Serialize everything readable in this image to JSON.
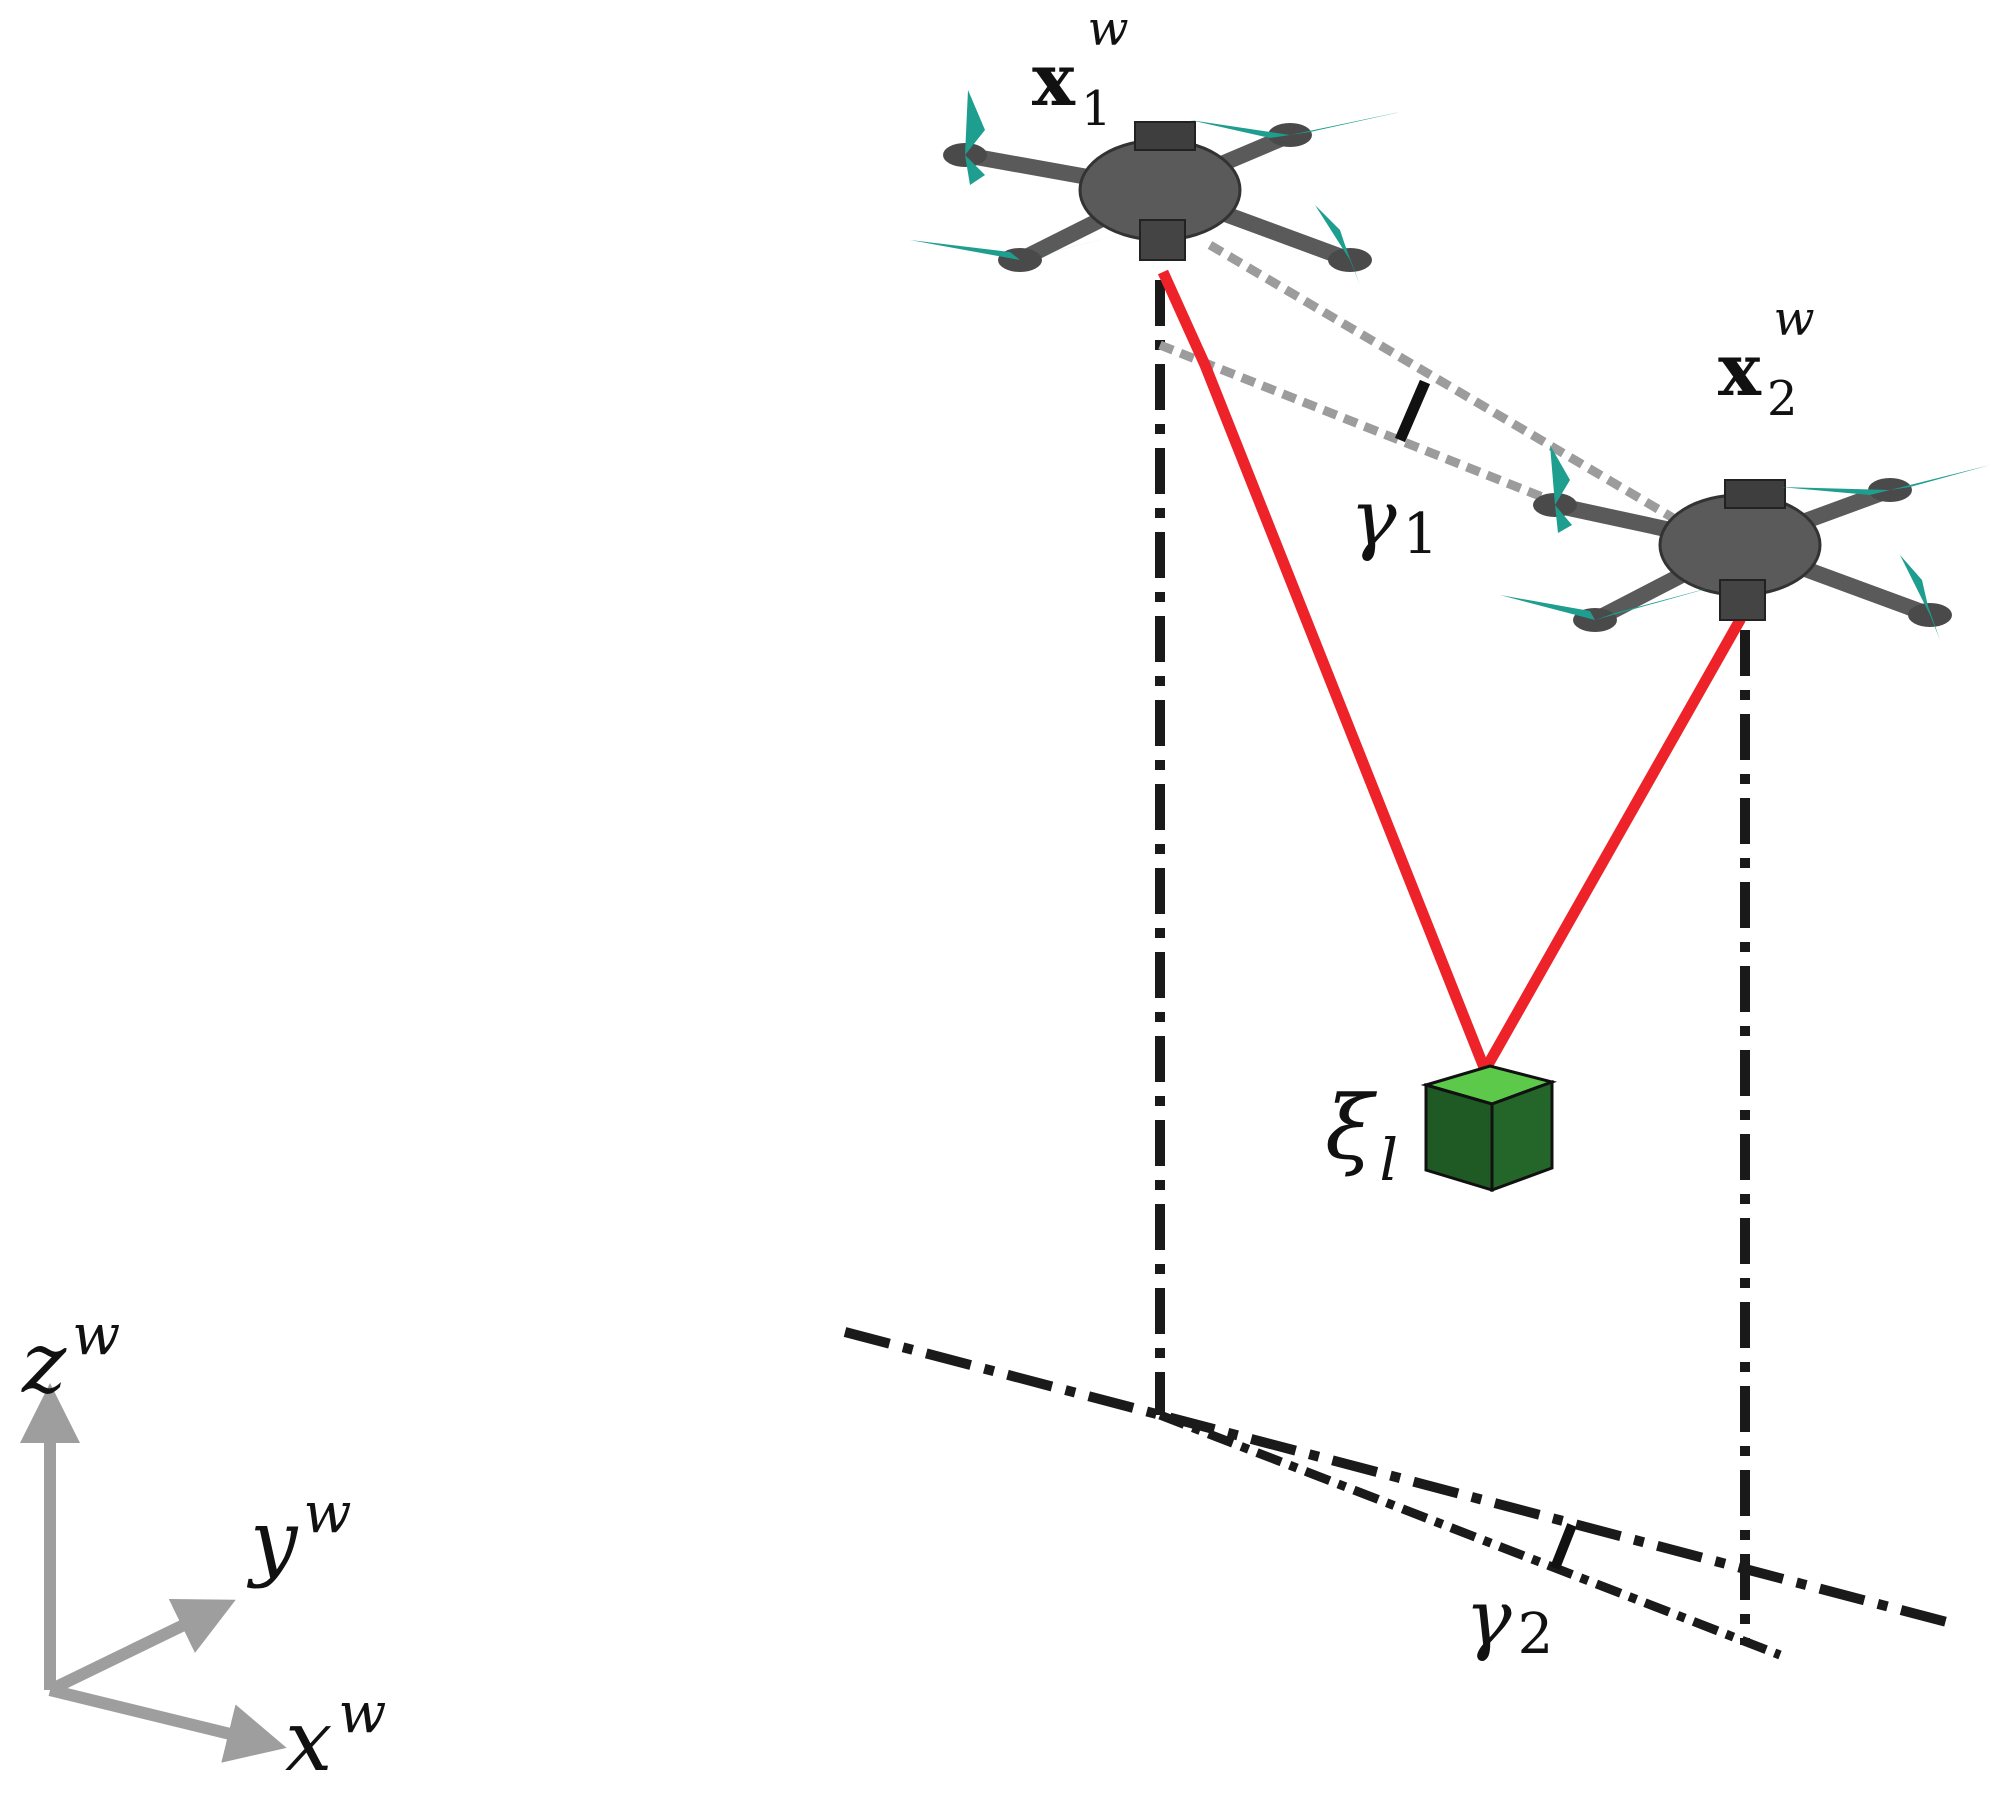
{
  "labels": {
    "drone1": {
      "base": "x",
      "sub": "1",
      "sup": "w"
    },
    "drone2": {
      "base": "x",
      "sub": "2",
      "sup": "w"
    },
    "gamma1": {
      "base": "γ",
      "sub": "1"
    },
    "gamma2": {
      "base": "γ",
      "sub": "2"
    },
    "load": {
      "base": "ξ",
      "sub": "l"
    },
    "axis_z": {
      "base": "z",
      "sup": "w"
    },
    "axis_y": {
      "base": "y",
      "sup": "w"
    },
    "axis_x": {
      "base": "x",
      "sup": "w"
    }
  },
  "colors": {
    "cable": "#ee2229",
    "dashed_line": "#1a1a1a",
    "gray_projection": "#9c9c9c",
    "axis_arrow": "#9e9e9e",
    "drone_body": "#5a5a5a",
    "propeller": "#1e9e8e",
    "load_top": "#5dc94a",
    "load_side": "#1f5a24"
  },
  "icons": {
    "drone1": "quadrotor-icon",
    "drone2": "quadrotor-icon",
    "load": "cube-icon"
  }
}
